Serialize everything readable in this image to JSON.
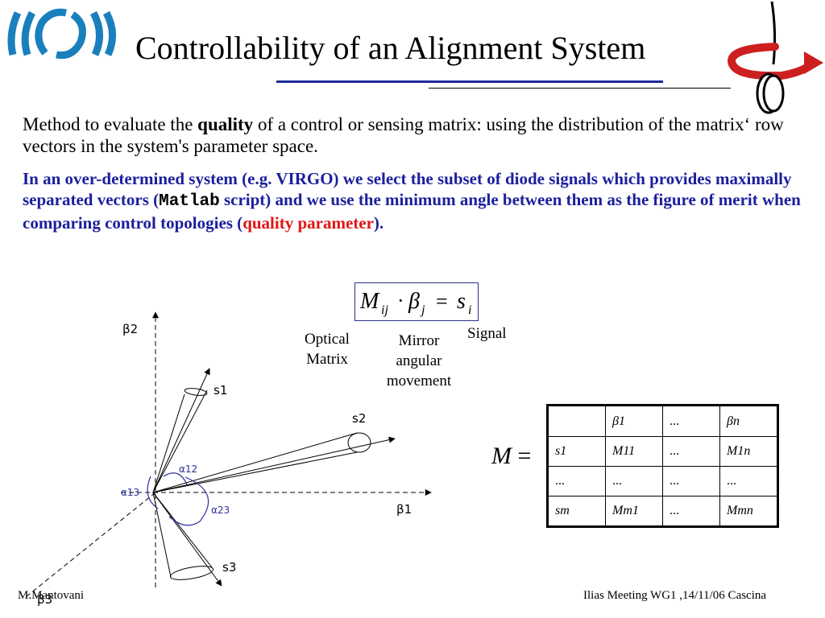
{
  "slide": {
    "title": "Controllability of an Alignment System",
    "para1": {
      "t1": "Method to evaluate the ",
      "bold": "quality",
      "t2": " of a control or sensing matrix: using the distribution of the matrix‘ row vectors in the system's parameter space."
    },
    "para2": {
      "t1": "In an over-determined system (e.g. VIRGO) we select the subset of diode signals which provides maximally separated vectors (",
      "mono": "Matlab",
      "t2": "  script) and we use the minimum angle between them as the figure of merit when comparing control topologies (",
      "red": "quality parameter",
      "t3": ")."
    },
    "equation": {
      "M": "M",
      "ij": "ij",
      "dot": "·",
      "beta": "β",
      "j": "j",
      "eq": "=",
      "s": "s",
      "i": "i"
    },
    "labels": {
      "optical_line1": "Optical",
      "optical_line2": "Matrix",
      "mirror_line1": "Mirror",
      "mirror_line2": "angular",
      "mirror_line3": "movement",
      "signal": "Signal"
    },
    "diagram": {
      "beta2": "β2",
      "beta1": "β1",
      "beta3": "β3",
      "s1": "s1",
      "s2": "s2",
      "s3": "s3",
      "a12": "α12",
      "a13": "α13",
      "a23": "α23"
    },
    "matrix": {
      "lhs_M": "M",
      "lhs_eq": " =",
      "rows": [
        [
          "",
          "β1",
          "...",
          "βn"
        ],
        [
          "s1",
          "M11",
          "...",
          "M1n"
        ],
        [
          "...",
          "...",
          "...",
          "..."
        ],
        [
          "sm",
          "Mm1",
          "...",
          "Mmn"
        ]
      ]
    },
    "footer": {
      "left": "M.Mantovani",
      "right": "Ilias Meeting WG1 ,14/11/06 Cascina"
    },
    "colors": {
      "blue_text": "#1a1f9c",
      "red_text": "#e01616",
      "logo_blue": "#1a7fbd",
      "arrow_red": "#cc1f1f"
    }
  }
}
